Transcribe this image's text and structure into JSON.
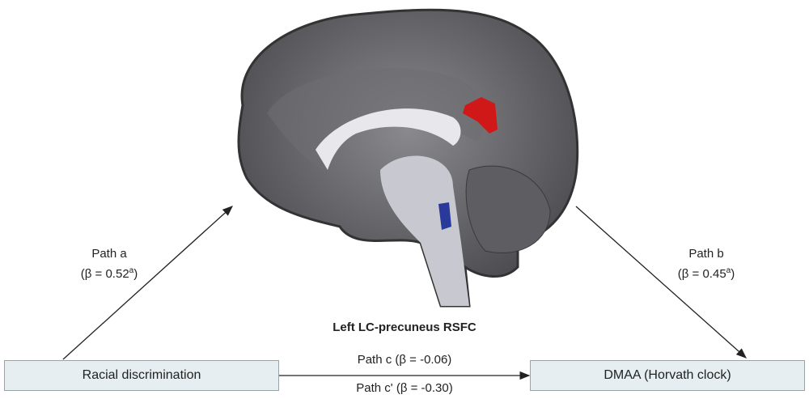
{
  "mediator": {
    "label": "Left LC-precuneus RSFC"
  },
  "nodes": {
    "predictor": "Racial discrimination",
    "outcome": "DMAA (Horvath clock)"
  },
  "paths": {
    "a": {
      "name": "Path a",
      "beta": "(β = 0.52",
      "sup": "a",
      "close": ")"
    },
    "b": {
      "name": "Path b",
      "beta": "(β = 0.45",
      "sup": "a",
      "close": ")"
    },
    "c": "Path c (β = -0.06)",
    "c_prime": "Path c' (β = -0.30)"
  },
  "colors": {
    "box_fill": "#e6eef1",
    "highlight_red": "#d01818",
    "highlight_blue": "#2a3a9a"
  }
}
